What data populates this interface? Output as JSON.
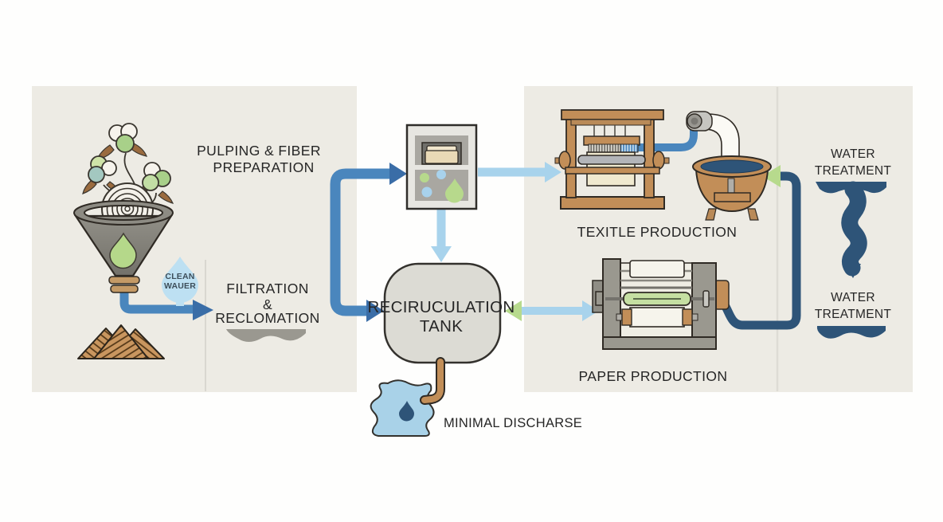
{
  "labels": {
    "pulping": {
      "line1": "PULPING & FIBER",
      "line2": "PREPARATION"
    },
    "clean_water_drop": {
      "line1": "CLEAN",
      "line2": "WAUER"
    },
    "filtration": {
      "line1": "FILTRATION",
      "line2": "&",
      "line3": "RECLOMATION"
    },
    "recirculation_tank": {
      "line1": "RECIRUCULATION",
      "line2": "TANK"
    },
    "minimal_discharge": "MINIMAL DISCHARSE",
    "textile_production": "TEXITLE PRODUCTION",
    "paper_production": "PAPER PRODUCTION",
    "water_treatment_textile": {
      "line1": "WATER",
      "line2": "TREATMENT"
    },
    "water_treatment_paper": {
      "line1": "WATER",
      "line2": "TREATMENT"
    }
  },
  "icons": {
    "cotton_plant": "cotton-plant-icon",
    "funnel": "funnel-icon",
    "clean_water_drop": "water-drop-icon",
    "wood_chips": "wood-chips-icon",
    "filtration_wave": "filter-wave-icon",
    "pulper_machine": "pulper-machine-icon",
    "recirculation_tank": "tank-icon",
    "discharge_puddle": "puddle-icon",
    "loom": "loom-icon",
    "dye_pot": "dye-pot-icon",
    "paper_machine": "paper-machine-icon",
    "water_treatment_drip": "water-treatment-drip-icon",
    "water_treatment_wave": "water-treatment-wave-icon"
  },
  "colors": {
    "panel_beige": "#edebe4",
    "pipe_blue": "#4a86bd",
    "pipe_blue_dark": "#3a6da7",
    "pipe_navy": "#2e5478",
    "arrow_light_blue": "#a8d3ec",
    "arrow_green": "#b7da8d",
    "accent_green": "#b5d88a",
    "copper": "#c28e58",
    "machine_gray": "#9a988f",
    "tank_fill": "#dcdbd4",
    "drop_light_blue": "#bde0f2",
    "puddle_blue": "#a9d2e8",
    "wave_gray": "#9a9890"
  }
}
